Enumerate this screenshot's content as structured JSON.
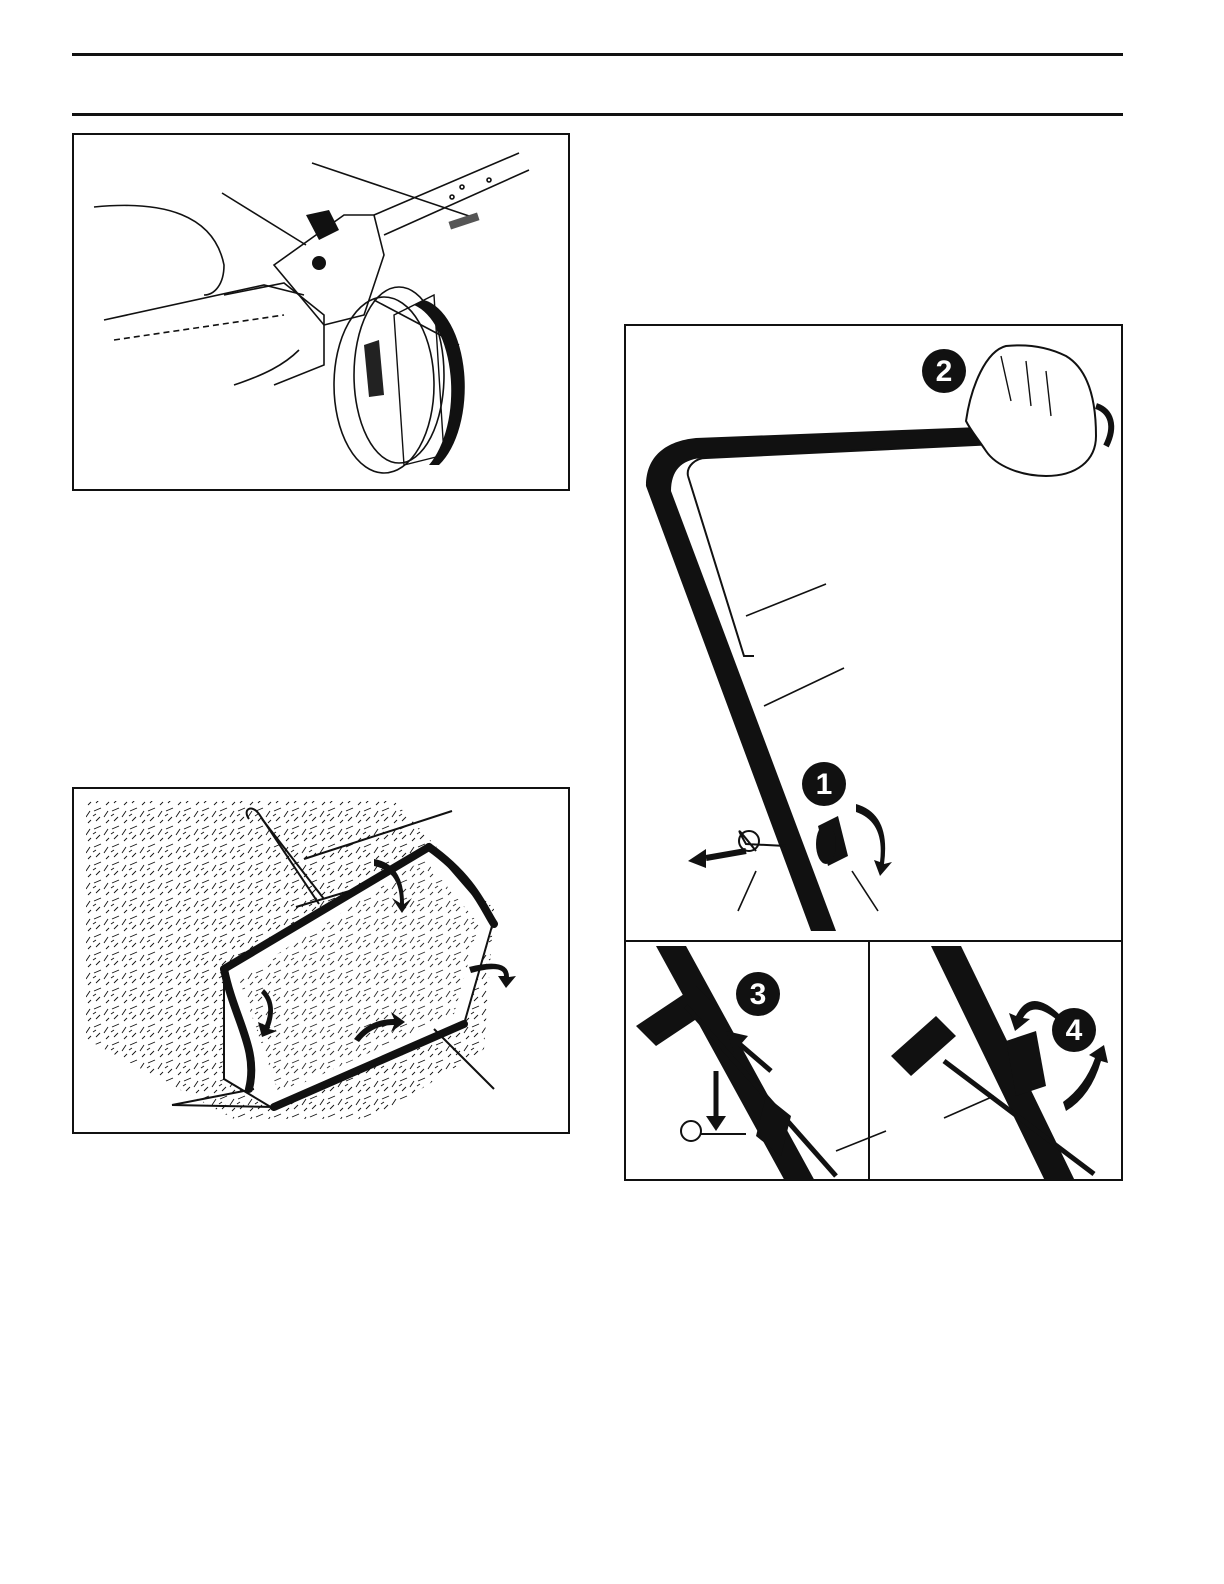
{
  "page": {
    "figures": [
      {
        "id": "wheel-height-adjuster"
      },
      {
        "id": "grass-catcher-bag"
      },
      {
        "id": "handle-assembly",
        "steps": [
          "2",
          "1",
          "3",
          "4"
        ]
      }
    ]
  },
  "colors": {
    "ink": "#111111",
    "paper": "#ffffff"
  }
}
